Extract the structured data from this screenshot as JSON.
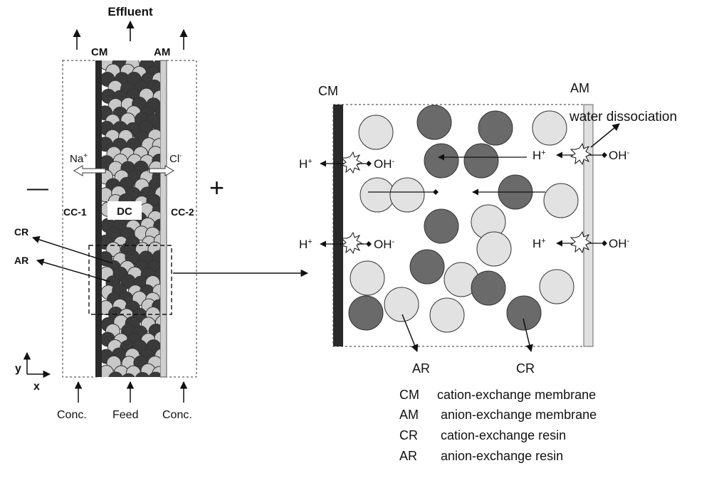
{
  "left": {
    "effluent": "Effluent",
    "cm": "CM",
    "am": "AM",
    "na": "Na",
    "na_sup": "+",
    "cl": "Cl",
    "cl_sup": "-",
    "minus": "—",
    "plus": "+",
    "cc1": "CC-1",
    "dc": "DC",
    "cc2": "CC-2",
    "cr": "CR",
    "ar": "AR",
    "axis_y": "y",
    "axis_x": "x",
    "conc_left": "Conc.",
    "feed": "Feed",
    "conc_right": "Conc."
  },
  "right": {
    "cm": "CM",
    "am": "AM",
    "water_dissociation": "water dissociation",
    "h": "H",
    "h_sup": "+",
    "oh": "OH",
    "oh_sup": "-",
    "ar": "AR",
    "cr": "CR"
  },
  "legend": [
    {
      "abbr": "CM",
      "desc": "cation-exchange membrane"
    },
    {
      "abbr": "AM",
      "desc": "anion-exchange membrane"
    },
    {
      "abbr": "CR",
      "desc": "cation-exchange resin"
    },
    {
      "abbr": "AR",
      "desc": "anion-exchange resin"
    }
  ],
  "colors": {
    "cation_resin": "#3a3a3a",
    "anion_resin": "#c8c8c8",
    "cation_membrane": "#2a2a2a",
    "anion_membrane": "#d0d0d0",
    "resin_right_cation": "#6a6a6a",
    "resin_right_anion": "#e2e2e2"
  }
}
